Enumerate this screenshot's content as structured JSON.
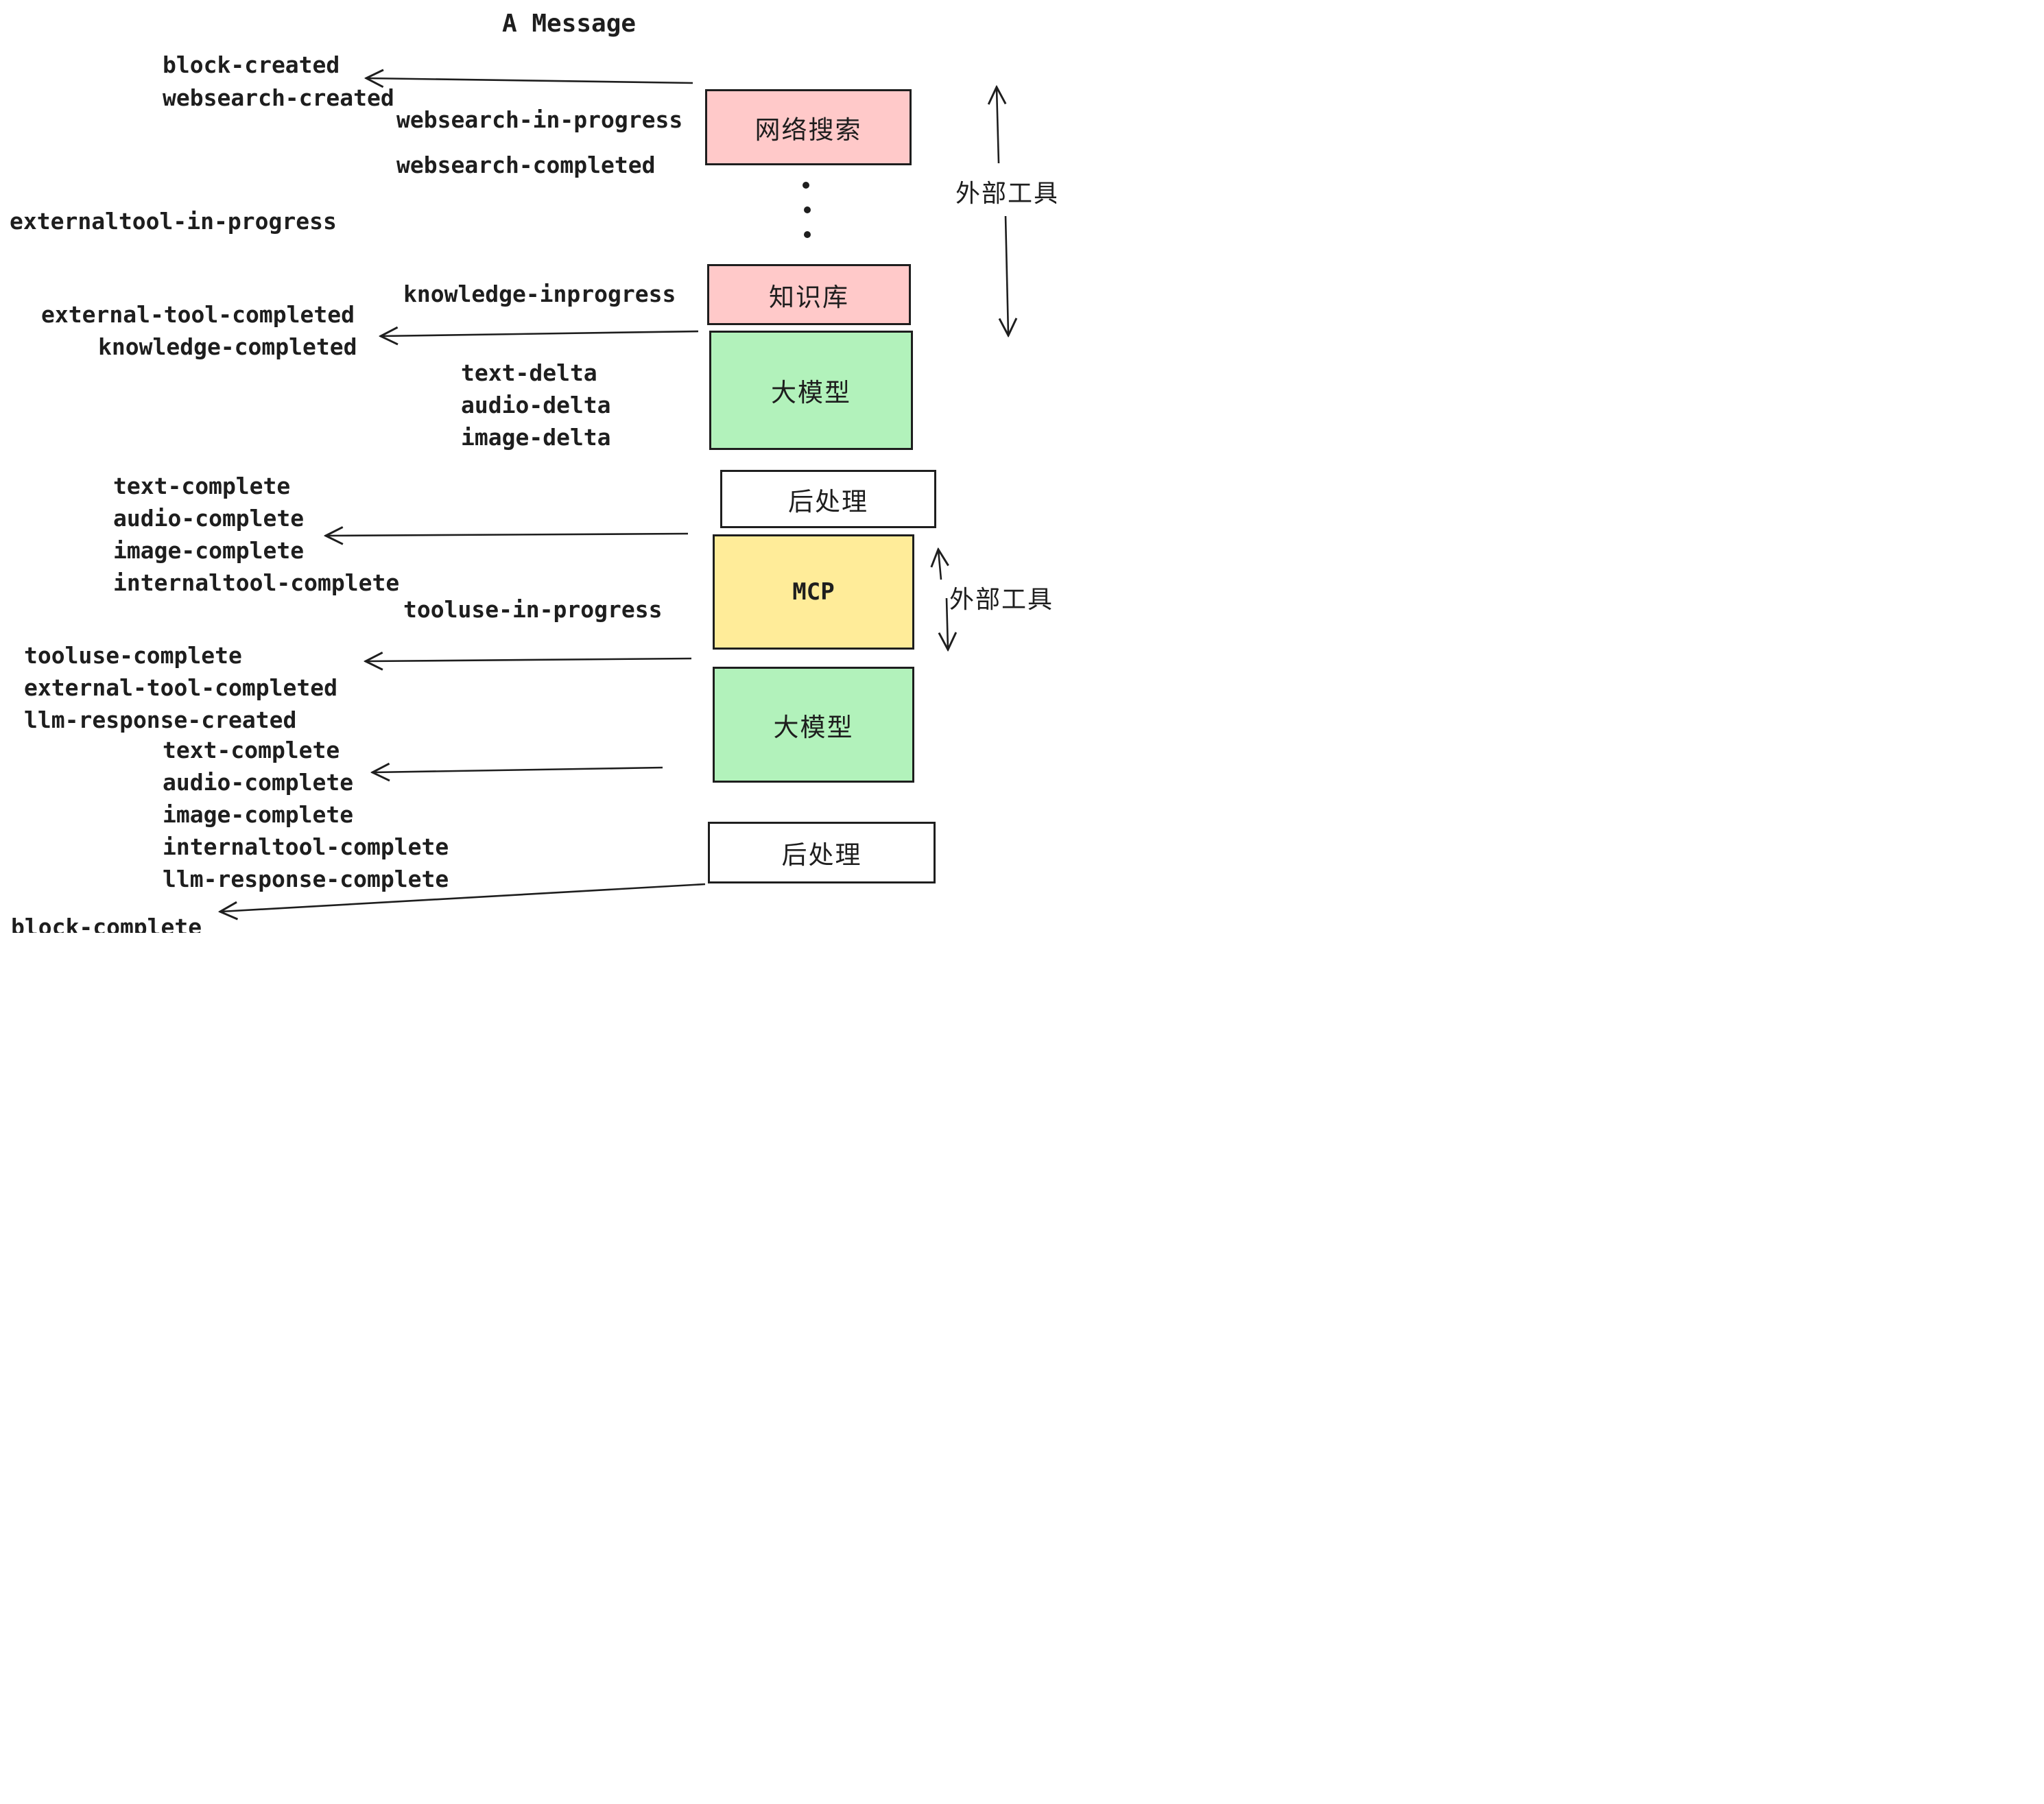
{
  "title": "A Message",
  "palette": {
    "pink": "#ffc9c9",
    "green": "#b2f2bb",
    "yellow": "#ffec99",
    "white": "#ffffff",
    "ink": "#1e1e1e"
  },
  "boxes": {
    "websearch": {
      "label": "网络搜索"
    },
    "knowledge": {
      "label": "知识库"
    },
    "llm1": {
      "label": "大模型"
    },
    "post1": {
      "label": "后处理"
    },
    "mcp": {
      "label": "MCP"
    },
    "llm2": {
      "label": "大模型"
    },
    "post2": {
      "label": "后处理"
    }
  },
  "side_labels": {
    "external_tools_top": "外部工具",
    "external_tools_mid": "外部工具"
  },
  "events": {
    "block_created": "block-created",
    "websearch_created": "websearch-created",
    "websearch_in_progress": "websearch-in-progress",
    "websearch_completed": "websearch-completed",
    "externaltool_in_progress": "externaltool-in-progress",
    "knowledge_inprogress": "knowledge-inprogress",
    "external_tool_completed_1": "external-tool-completed",
    "knowledge_completed": "knowledge-completed",
    "text_delta_1": "text-delta",
    "audio_delta_1": "audio-delta",
    "image_delta_1": "image-delta",
    "text_complete_1": "text-complete",
    "audio_complete_1": "audio-complete",
    "image_complete_1": "image-complete",
    "internaltool_complete_1": "internaltool-complete",
    "tooluse_in_progress": "tooluse-in-progress",
    "tooluse_complete": "tooluse-complete",
    "external_tool_completed_2": "external-tool-completed",
    "llm_response_created": "llm-response-created",
    "text_complete_2": "text-complete",
    "audio_complete_2": "audio-complete",
    "image_complete_2": "image-complete",
    "internaltool_complete_2": "internaltool-complete",
    "llm_response_complete": "llm-response-complete",
    "block_complete": "block-complete"
  }
}
